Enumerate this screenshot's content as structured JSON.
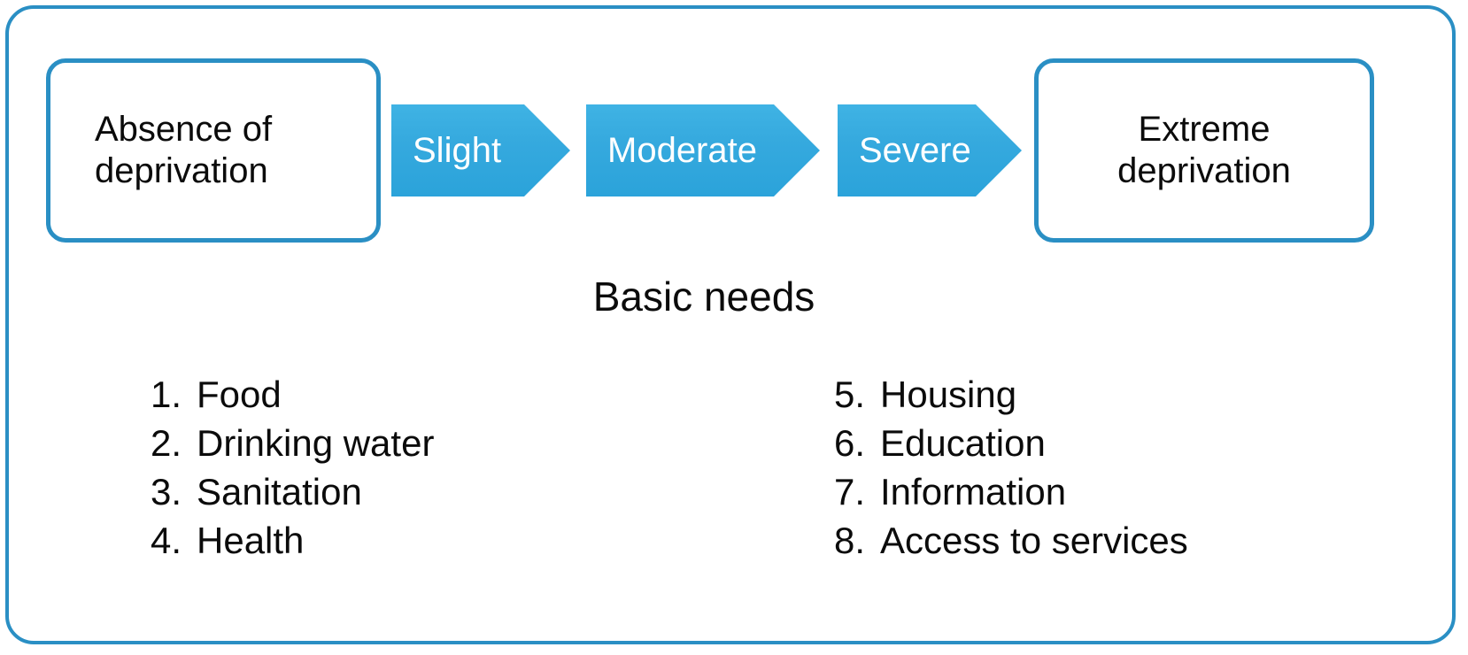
{
  "diagram": {
    "title": "Basic needs",
    "scale": {
      "start_box": {
        "line1": "Absence of",
        "line2": "deprivation"
      },
      "end_box": {
        "line1": "Extreme",
        "line2": "deprivation"
      },
      "steps": [
        {
          "label": "Slight"
        },
        {
          "label": "Moderate"
        },
        {
          "label": "Severe"
        }
      ]
    },
    "needs": {
      "left_column": [
        {
          "number": "1.",
          "text": "Food"
        },
        {
          "number": "2.",
          "text": "Drinking water"
        },
        {
          "number": "3.",
          "text": "Sanitation"
        },
        {
          "number": "4.",
          "text": "Health"
        }
      ],
      "right_column": [
        {
          "number": "5.",
          "text": "Housing"
        },
        {
          "number": "6.",
          "text": "Education"
        },
        {
          "number": "7.",
          "text": "Information"
        },
        {
          "number": "8.",
          "text": "Access to services"
        }
      ]
    },
    "colors": {
      "frame_border": "#2a8fc4",
      "box_border": "#2a8fc4",
      "arrow_fill": "#35a9de",
      "arrow_text": "#ffffff",
      "body_text": "#0b0b0b",
      "background": "#ffffff"
    }
  }
}
